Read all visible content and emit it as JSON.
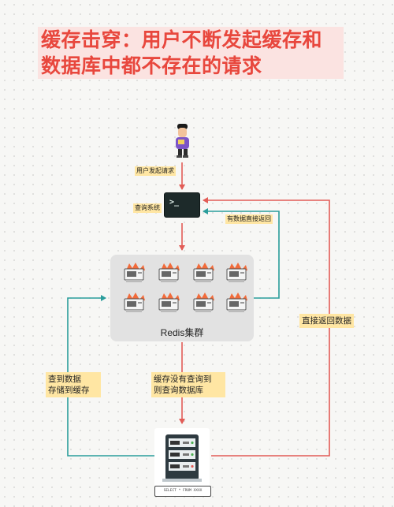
{
  "title": {
    "line1": "缓存击穿：用户不断发起缓存和",
    "line2": "数据库中都不存在的请求"
  },
  "labels": {
    "user_request": "用户发起请求",
    "query_system": "查询系统",
    "cached_return": "有数据直接返回",
    "direct_return": "直接返回数据",
    "cluster": "Redis集群",
    "store_line1": "查到数据",
    "store_line2": "存储到缓存",
    "miss_line1": "缓存没有查询到",
    "miss_line2": "则查询数据库"
  },
  "terminal_prompt": ">_",
  "sql_text": "SELECT * FROM XXXX",
  "colors": {
    "red_arrow": "#e25c56",
    "teal_arrow": "#2a9d9b",
    "title": "#e8473d",
    "highlight": "#ffe6a3"
  },
  "icons": {
    "user": "person-avatar-icon",
    "system": "terminal-icon",
    "cache_node": "server-node-on-fire-icon",
    "database": "database-rack-icon"
  }
}
